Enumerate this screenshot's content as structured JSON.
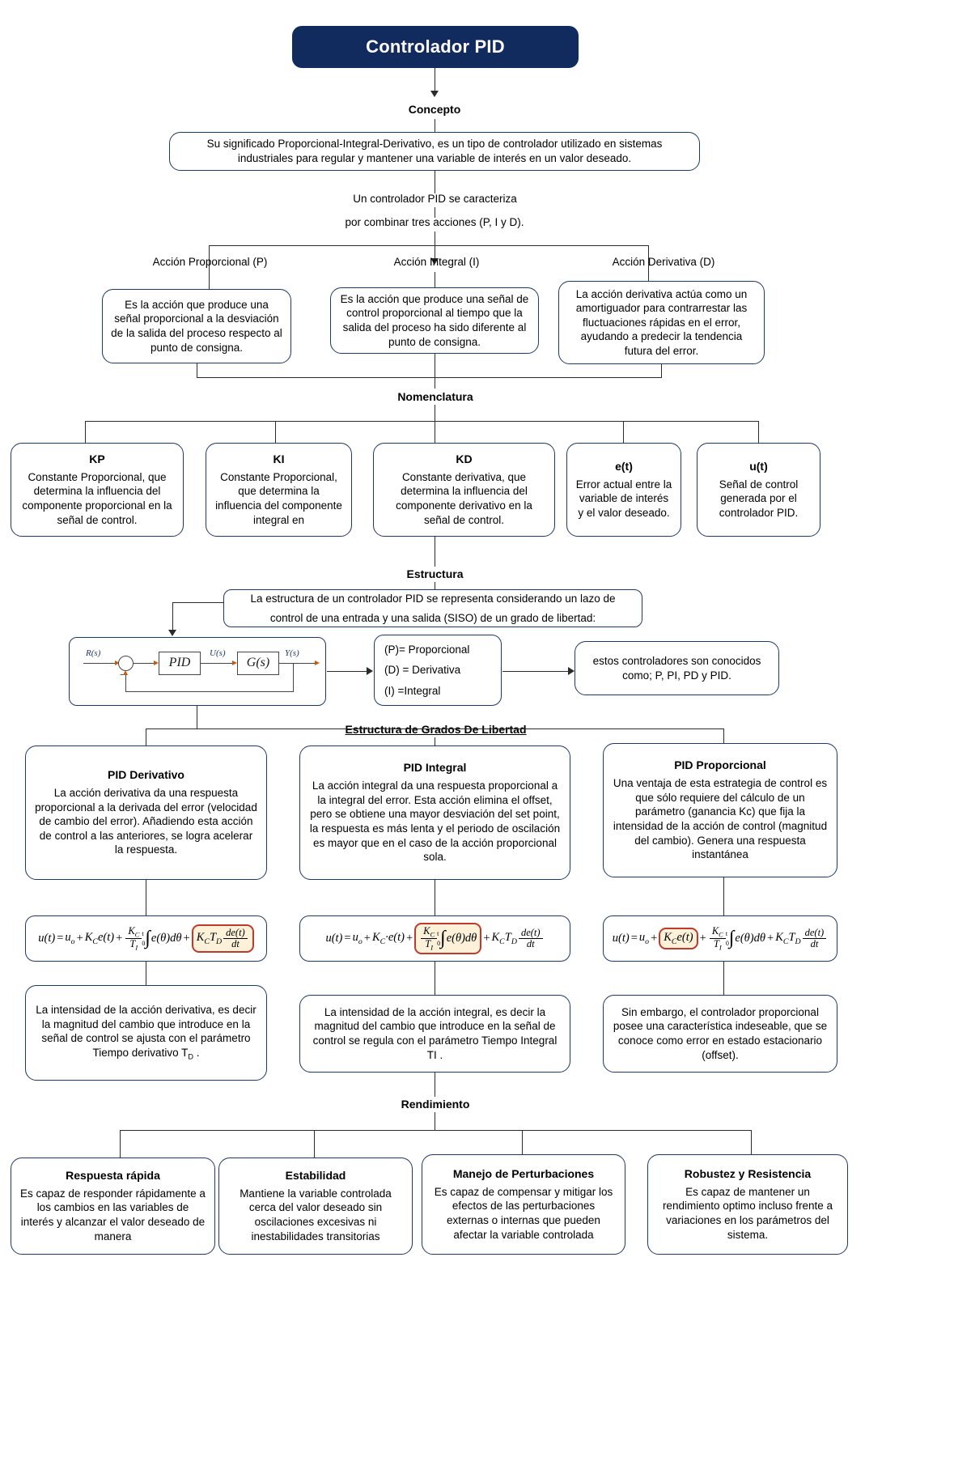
{
  "title": "Controlador PID",
  "sections": {
    "concepto_label": "Concepto",
    "concepto_text": "Su significado Proporcional-Integral-Derivativo, es un tipo de controlador utilizado en sistemas industriales para regular y mantener una variable de interés en un valor deseado.",
    "caracteriza_line1": "Un controlador PID se caracteriza",
    "caracteriza_line2": "por combinar tres acciones (P, I y D).",
    "nomenclatura_label": "Nomenclatura",
    "estructura_label": "Estructura",
    "estructura_text_line1": "La estructura de un controlador PID se representa considerando un lazo de",
    "estructura_text_line2": "control de una entrada y una salida (SISO) de un grado de libertad:",
    "grados_label": "Estructura de Grados De Libertad",
    "rendimiento_label": "Rendimiento"
  },
  "acciones": [
    {
      "label": "Acción Proporcional (P)",
      "text": "Es la acción que produce una señal proporcional a la desviación de la salida del proceso respecto al punto de consigna."
    },
    {
      "label": "Acción Integral (I)",
      "text": "Es la acción que produce una señal de control proporcional al tiempo que la salida del proceso ha sido diferente al punto de consigna."
    },
    {
      "label": "Acción Derivativa (D)",
      "text": "La acción derivativa actúa como un amortiguador para contrarrestar las fluctuaciones rápidas en el error, ayudando a predecir la tendencia futura del error."
    }
  ],
  "nomenclatura": [
    {
      "title": "KP",
      "text": "Constante Proporcional, que determina la influencia del componente proporcional en la señal de control."
    },
    {
      "title": "KI",
      "text": "Constante Proporcional, que determina la influencia del componente integral en"
    },
    {
      "title": "KD",
      "text": "Constante derivativa, que determina la influencia del componente derivativo en la señal de control."
    },
    {
      "title": "e(t)",
      "text": "Error actual entre la variable de interés y el valor deseado."
    },
    {
      "title": "u(t)",
      "text": "Señal de control generada por el controlador PID."
    }
  ],
  "block_diagram": {
    "input_label": "R(s)",
    "minus_label": "−",
    "controller_label": "PID",
    "mid_label": "U(s)",
    "plant_label": "G(s)",
    "output_label": "Y(s)"
  },
  "legend": {
    "items": [
      "(P)= Proporcional",
      "(D) = Derivativa",
      "(I) =Integral"
    ]
  },
  "conocidos_text": "estos controladores son conocidos como; P, PI, PD y PID.",
  "grados": [
    {
      "title": "PID Derivativo",
      "text": "La acción derivativa da una respuesta proporcional a la derivada del error (velocidad de cambio del error). Añadiendo esta acción de control a las anteriores, se logra acelerar la respuesta.",
      "note": "La intensidad de la acción derivativa, es decir la magnitud del cambio que introduce en la señal de control se ajusta con el parámetro Tiempo derivativo T",
      "note_sub": "D",
      "note_tail": " ."
    },
    {
      "title": "PID Integral",
      "text": "La acción integral da una respuesta proporcional a la integral del error. Esta acción elimina el offset, pero se obtiene una mayor desviación del set point, la respuesta es más lenta y el periodo de oscilación es mayor que en el caso de la acción proporcional sola.",
      "note": "La intensidad de la acción integral, es decir la magnitud del cambio que introduce en la señal de control se regula con el parámetro Tiempo Integral TI .",
      "note_sub": "",
      "note_tail": ""
    },
    {
      "title": "PID Proporcional",
      "text": "Una ventaja de esta estrategia de control es que sólo requiere del cálculo de un parámetro (ganancia Kc) que fija la intensidad de la acción de control (magnitud del cambio). Genera una respuesta instantánea",
      "note": "Sin embargo, el controlador proporcional posee una característica indeseable, que se conoce como error en estado estacionario (offset).",
      "note_sub": "",
      "note_tail": ""
    }
  ],
  "equations": {
    "lhs": "u(t)",
    "eq": "=",
    "u0": "u",
    "u0_sub": "o",
    "plus": "+",
    "kce": "K",
    "kce_sub": "C",
    "kce_tail": "e(t)",
    "frac_num": "K",
    "frac_num_sub": "C",
    "frac_den": "T",
    "frac_den_sub": "I",
    "integral_upper": "t",
    "integral_lower": "0",
    "integrand": "e(θ)dθ",
    "deriv_k": "K",
    "deriv_k_sub": "C",
    "deriv_T": "T",
    "deriv_T_sub": "D",
    "deriv_num": "de(t)",
    "deriv_den": "dt",
    "highlight_color": "#C0392B",
    "highlight_fill": "#FDF2D9",
    "highlighted": [
      "derivative",
      "integral",
      "proportional"
    ]
  },
  "rendimiento": [
    {
      "title": "Respuesta rápida",
      "text": "Es capaz de responder rápidamente a los cambios en las variables de interés y alcanzar el valor deseado de manera"
    },
    {
      "title": "Estabilidad",
      "text": "Mantiene la variable controlada cerca del valor deseado sin oscilaciones excesivas ni inestabilidades transitorias"
    },
    {
      "title": "Manejo de Perturbaciones",
      "text": "Es capaz de compensar y mitigar los efectos de las perturbaciones externas o internas que pueden afectar la variable controlada"
    },
    {
      "title": "Robustez y Resistencia",
      "text": "Es capaz de mantener un rendimiento optimo incluso frente a variaciones en los parámetros del sistema."
    }
  ],
  "colors": {
    "header_bg": "#122B5E",
    "box_border": "#1F3864",
    "line": "#2b2b2b",
    "highlight": "#C0392B"
  }
}
